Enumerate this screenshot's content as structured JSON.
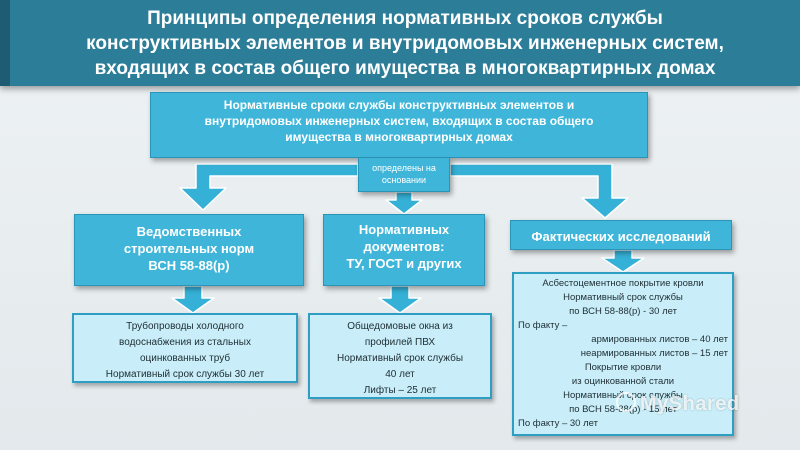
{
  "title": {
    "line1": "Принципы определения нормативных сроков службы",
    "line2": "конструктивных элементов и внутридомовых инженерных систем,",
    "line3": "входящих в состав общего имущества в многоквартирных домах"
  },
  "top_box": {
    "line1": "Нормативные сроки службы конструктивных элементов и",
    "line2": "внутридомовых инженерных систем, входящих в состав общего",
    "line3": "имущества в многоквартирных домах"
  },
  "small_box": {
    "line1": "определены на",
    "line2": "основании"
  },
  "middle": [
    {
      "lines": [
        "Ведомственных",
        "строительных норм",
        "ВСН 58-88(р)"
      ]
    },
    {
      "lines": [
        "Нормативных",
        "документов:",
        "ТУ, ГОСТ и других"
      ]
    },
    {
      "lines": [
        "Фактических исследований"
      ]
    }
  ],
  "bottom_left": {
    "lines": [
      "Трубопроводы холодного",
      "водоснабжения из стальных",
      "оцинкованных труб",
      "Нормативный срок службы  30 лет"
    ]
  },
  "bottom_mid": {
    "lines": [
      "Общедомовые окна из",
      "профилей ПВХ",
      "Нормативный срок службы",
      "40 лет",
      "Лифты – 25 лет"
    ]
  },
  "bottom_right": {
    "rows": [
      {
        "text": "Асбестоцементное покрытие кровли",
        "align": "center"
      },
      {
        "text": "Нормативный срок службы",
        "align": "center"
      },
      {
        "text": "по ВСН 58-88(р) - 30 лет",
        "align": "center"
      },
      {
        "text": "По факту –",
        "align": "left"
      },
      {
        "text": "армированных листов – 40 лет",
        "align": "right"
      },
      {
        "text": "неармированных листов – 15 лет",
        "align": "right"
      },
      {
        "text": "Покрытие кровли",
        "align": "center"
      },
      {
        "text": "из оцинкованной стали",
        "align": "center"
      },
      {
        "text": "Нормативный срок службы",
        "align": "center"
      },
      {
        "text": "по ВСН 58-88(р) - 15 лет",
        "align": "center"
      },
      {
        "text": "По факту – 30 лет",
        "align": "left"
      }
    ]
  },
  "watermark": "MyShared",
  "colors": {
    "title_bg": "#2c7d98",
    "box_fill": "#3fb6d9",
    "light_box_fill": "#c9eef9",
    "border": "#2f9ec3",
    "arrow": "#35b0d6"
  }
}
